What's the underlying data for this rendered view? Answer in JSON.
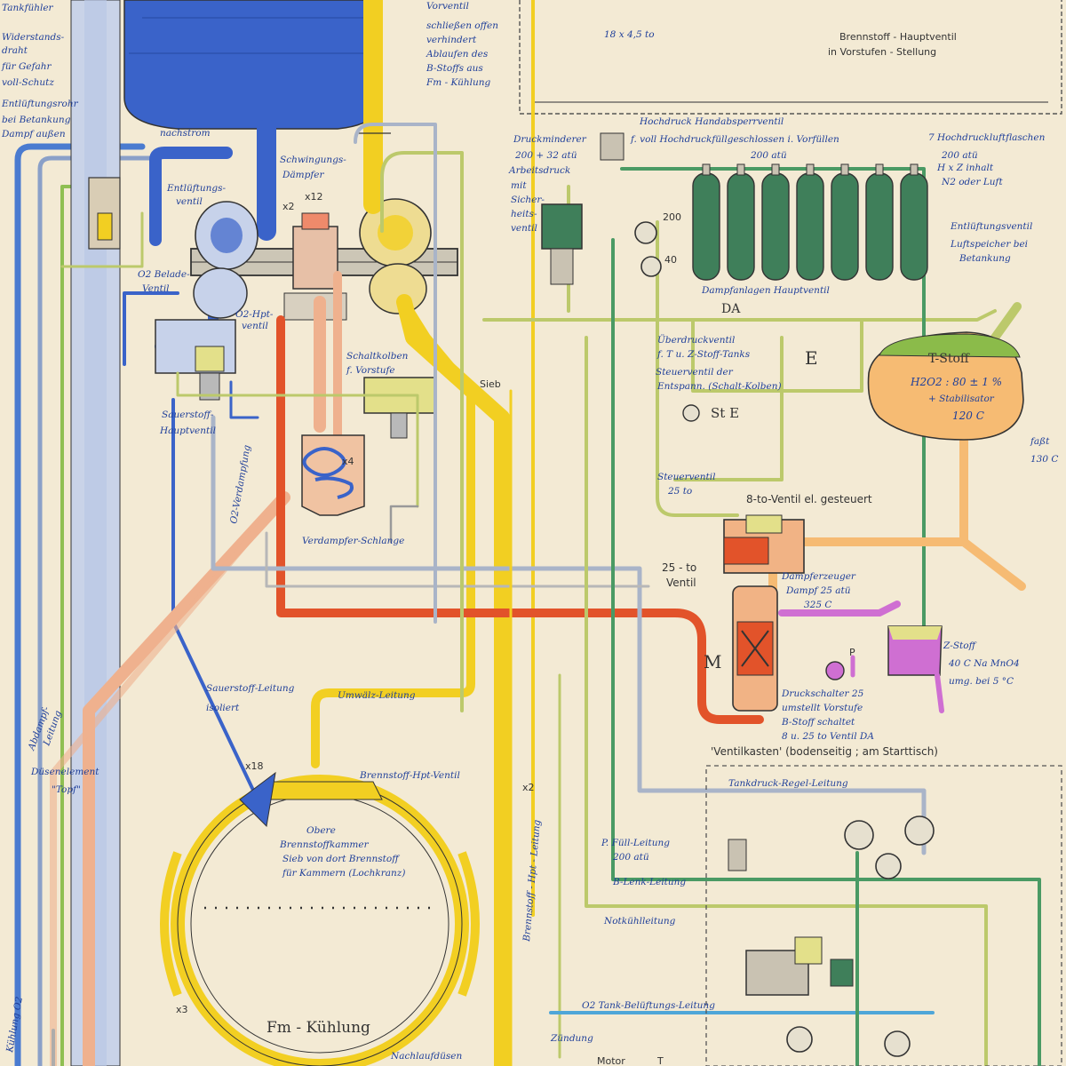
{
  "labels": {
    "top_a": "18 x 4,5 to",
    "main_valve_1": "Brennstoff - Hauptventil",
    "main_valve_2": "in Vorstufen - Stellung",
    "vorventil": "Vorventil",
    "vorventil_2": "schließen offen",
    "vorventil_3": "verhindert",
    "vorventil_4": "Ablaufen des",
    "vorventil_5": "B-Stoffs aus",
    "vorventil_6": "Fm - Kühlung",
    "left_1": "Tankfühler",
    "left_2": "Widerstands-",
    "left_3": "draht",
    "left_4": "für Gefahr",
    "left_5": "voll-Schutz",
    "left_6": "Entlüftungsrohr",
    "left_7": "bei Betankung",
    "left_8": "Dampf außen",
    "nachstrom": "nachstrom",
    "entlueft": "Entlüftungs-",
    "entlueft_2": "ventil",
    "schwing": "Schwingungs-",
    "schwing_2": "Dämpfer",
    "x12": "x12",
    "x2": "x2",
    "o2_bel": "O2 Belade-",
    "o2_bel_2": "Ventil",
    "o2_hpt": "O2-Hpt-",
    "o2_hpt_2": "ventil",
    "schalt": "Schaltkolben",
    "schalt_2": "f. Vorstufe",
    "steu_small": "St E",
    "sauer_haupt": "Sauerstoff-",
    "sauer_haupt_2": "Hauptventil",
    "o2_verdampf": "O2-Verdampfung",
    "x4": "x4",
    "verdampf": "Verdampfer-Schlange",
    "druckmind": "Druckminderer",
    "druckmind_2": "200 + 32 atü",
    "druckmind_3": "Arbeitsdruck",
    "druckmind_4": "mit",
    "druckmind_5": "Sicher-",
    "druckmind_6": "heits-",
    "druckmind_7": "ventil",
    "hand_absperr": "Hochdruck Handabsperrventil",
    "hand_absperr_2": "f. voll Hochdruckfüllgeschlossen i. Vorfüllen",
    "hand_absperr_3": "200 atü",
    "flaschen": "7 Hochdruckluftflaschen",
    "flaschen_2": "200 atü",
    "flaschen_3": "H x Z inhalt",
    "flaschen_4": "N2 oder Luft",
    "entlueft_r": "Entlüftungsventil",
    "entlueft_r_2": "Luftspeicher bei",
    "entlueft_r_3": "Betankung",
    "g200": "200",
    "g40": "40",
    "dampf_haupt": "Dampfanlagen Hauptventil",
    "DA": "DA",
    "ueberdruck": "Überdruckventil",
    "ueberdruck_2": "f. T u. Z-Stoff-Tanks",
    "brenn_steu": "Steuerventil der",
    "brenn_steu_2": "Entspann. (Schalt-Kolben)",
    "StE": "St E",
    "E": "E",
    "tstoff": "T-Stoff",
    "tstoff_2": "H2O2 : 80 ± 1 %",
    "tstoff_3": "+ Stabilisator",
    "tstoff_4": "120 C",
    "fass": "faßt",
    "fass_2": "130 C",
    "steuerventil": "Steuerventil",
    "steuerventil_2": "25 to",
    "v8to": "8-to-Ventil el. gesteuert",
    "v25to": "25 - to",
    "v25to_2": "Ventil",
    "dampferz": "Dampferzeuger",
    "dampferz_2": "Dampf 25 atü",
    "dampferz_3": "325 C",
    "zstoff": "Z-Stoff",
    "zstoff_2": "40 C Na MnO4",
    "zstoff_3": "umg. bei 5 °C",
    "P": "P",
    "M": "M",
    "druck_schalt": "Druckschalter 25",
    "druck_schalt_2": "umstellt Vorstufe",
    "druck_schalt_3": "B-Stoff schaltet",
    "druck_schalt_4": "8 u. 25 to Ventil DA",
    "ventilkasten": "'Ventilkasten' (bodenseitig ; am Starttisch)",
    "tankdruck": "Tankdruck-Regel-Leitung",
    "pfuell": "P. Füll-Leitung",
    "pfuell_2": "200 atü",
    "blasleit": "B-Lenk-Leitung",
    "notkuehl": "Notkühlleitung",
    "o2_tank": "O2 Tank-Belüftungs-Leitung",
    "sauer_leit": "Sauerstoff-Leitung",
    "sauer_leit_2": "isoliert",
    "umwaelz": "Umwälz-Leitung",
    "abdampf": "Abdampf-",
    "abdampf_2": "Leitung",
    "duesen": "Düsenelement",
    "duesen_2": "\"Topf\"",
    "x18": "x18",
    "brenn_hpt": "Brennstoff-Hpt-Ventil",
    "obere": "Obere",
    "obere_2": "Brennstoffkammer",
    "obere_3": "Sieb von dort Brennstoff",
    "obere_4": "für Kammern (Lochkranz)",
    "x2b": "x2",
    "x3": "x3",
    "fm": "Fm - Kühlung",
    "nachlauf": "Nachlaufdüsen",
    "zuendung": "Zündung",
    "brenn_leit": "Brennstoff - Hpt - Leitung",
    "kuehl_o2": "Kühlung O2",
    "sieb": "Sieb",
    "motor": "Motor",
    "t_label": "T"
  },
  "colors": {
    "paper": "#f3ead4",
    "oxygen": "#3a63c9",
    "oxygen_light": "#b9c8e6",
    "fuel": "#f2cf22",
    "tstoff_pipe": "#bcc96b",
    "steam": "#e2532a",
    "peach": "#efb18e",
    "green_pipe": "#4a9a64",
    "tank_orange": "#f6bb73",
    "tank_green": "#8bbb4a",
    "zstoff": "#cf6fd2",
    "bottle": "#3f7f5a",
    "grey_pipe": "#a9b4c8",
    "ink": "#2e3a7a"
  }
}
